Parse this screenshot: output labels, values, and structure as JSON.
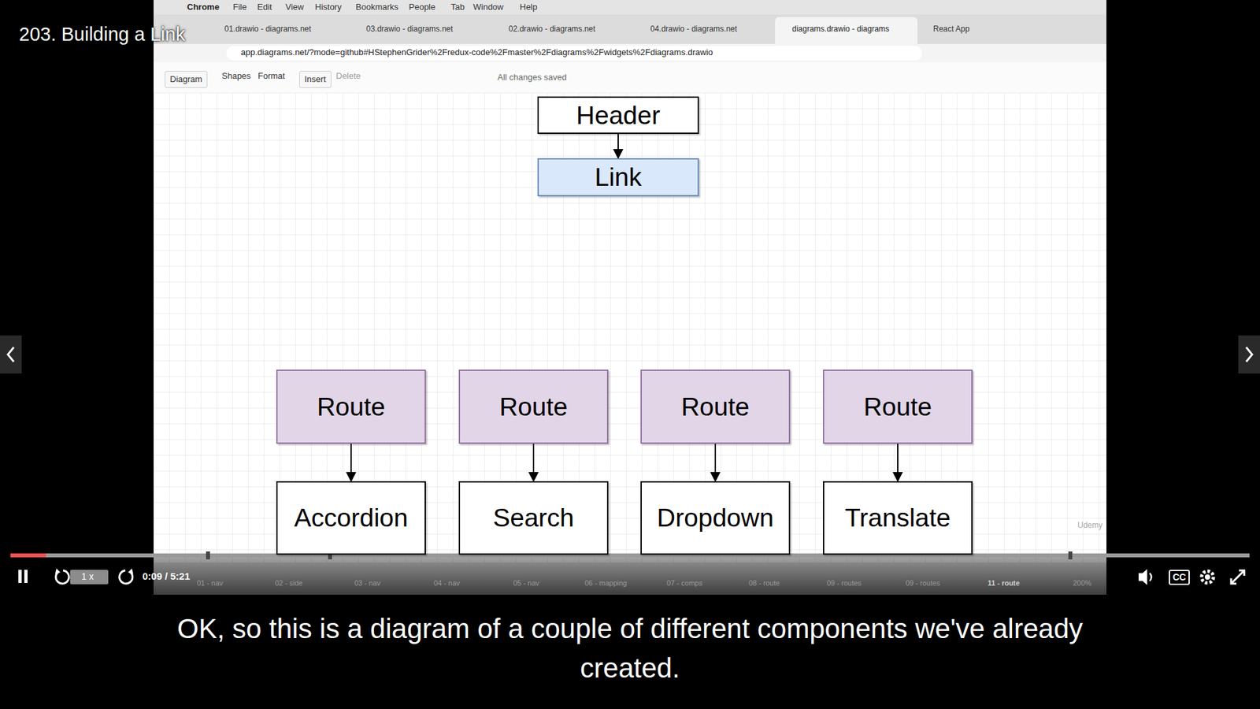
{
  "diagram": {
    "title": "203. Building a Link",
    "caption": "OK, so this is a diagram of a couple of different components we've already created.",
    "nodes": [
      {
        "text": [
          "Header"
        ]
      },
      {
        "text": [
          "Link"
        ]
      },
      {
        "text": [
          "Route"
        ]
      },
      {
        "text": [
          "Route"
        ]
      },
      {
        "text": [
          "Route"
        ]
      },
      {
        "text": [
          "Route"
        ]
      },
      {
        "text": [
          "Accordion"
        ]
      },
      {
        "text": [
          "Search"
        ]
      },
      {
        "text": [
          "Dropdown"
        ]
      },
      {
        "text": [
          "Translate"
        ]
      }
    ],
    "edges": [
      {
        "from": 0,
        "to": 1,
        "arrow": "to"
      },
      {
        "from": 2,
        "to": 6,
        "arrow": "to"
      },
      {
        "from": 3,
        "to": 7,
        "arrow": "to"
      },
      {
        "from": 4,
        "to": 8,
        "arrow": "to"
      },
      {
        "from": 5,
        "to": 9,
        "arrow": "to"
      }
    ],
    "labels": [
      "Chrome",
      "File",
      "Edit",
      "View",
      "History",
      "Bookmarks",
      "People",
      "Tab",
      "Window",
      "Help",
      "01.drawio - diagrams.net",
      "03.drawio - diagrams.net",
      "02.drawio - diagrams.net",
      "04.drawio - diagrams.net",
      "diagrams.drawio - diagrams",
      "React App",
      "app.diagrams.net/?mode=github#HStephenGrider%2Fredux-code%2Fmaster%2Fdiagrams%2Fwidgets%2Fdiagrams.drawio",
      "Diagram",
      "Shapes",
      "Format",
      "Insert",
      "Delete",
      "All changes saved",
      "01 - nav",
      "02 - side",
      "03 - nav",
      "04 - nav",
      "05 - nav",
      "06 - mapping",
      "07 - comps",
      "08 - route",
      "09 - routes",
      "09 - routes",
      "11 - route",
      "200%",
      "1 x",
      "0:09 / 5:21",
      "CC",
      "Udemy"
    ]
  }
}
